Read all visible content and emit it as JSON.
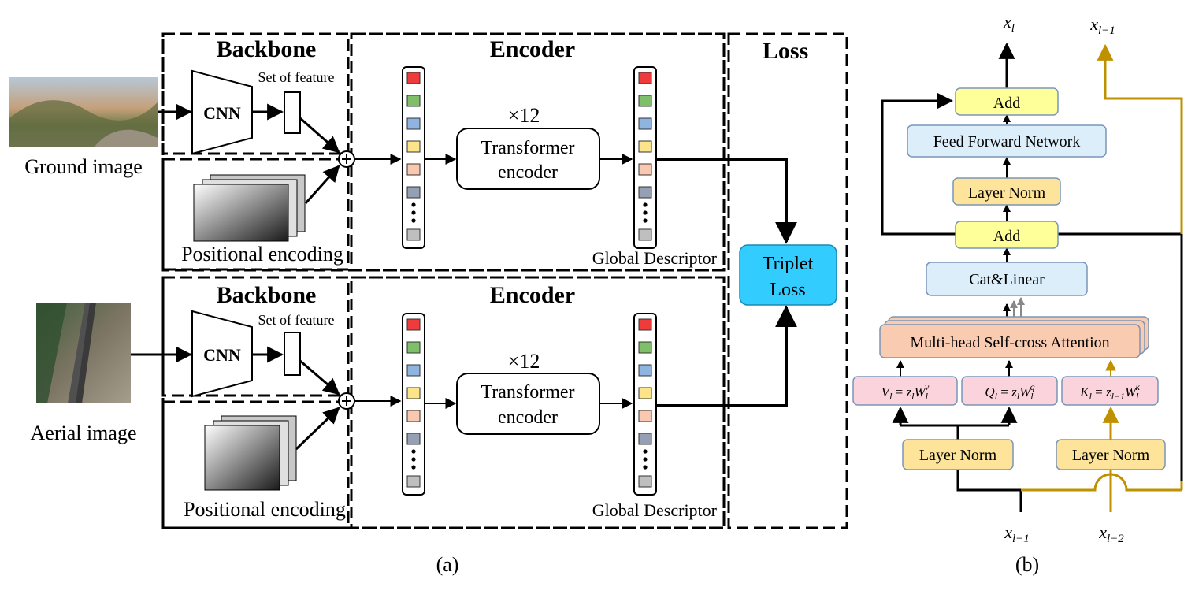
{
  "panel_a": {
    "caption": "(a)",
    "streams": [
      {
        "input_label": "Ground image",
        "backbone_title": "Backbone",
        "cnn_label": "CNN",
        "feature_label": "Set of feature",
        "pe_label": "Positional encoding",
        "encoder_title": "Encoder",
        "repeat": "×12",
        "transformer_line1": "Transformer",
        "transformer_line2": "encoder",
        "descriptor_label": "Global Descriptor"
      },
      {
        "input_label": "Aerial image",
        "backbone_title": "Backbone",
        "cnn_label": "CNN",
        "feature_label": "Set of feature",
        "pe_label": "Positional encoding",
        "encoder_title": "Encoder",
        "repeat": "×12",
        "transformer_line1": "Transformer",
        "transformer_line2": "encoder",
        "descriptor_label": "Global Descriptor"
      }
    ],
    "loss_title": "Loss",
    "loss_line1": "Triplet",
    "loss_line2": "Loss",
    "token_colors": [
      "#ee3b3b",
      "#7fbf6a",
      "#8fb4e0",
      "#fbe48a",
      "#f8c8b0",
      "#95a0b4",
      "#bfbfbf"
    ]
  },
  "panel_b": {
    "caption": "(b)",
    "out_main": {
      "base": "x",
      "sub": "l"
    },
    "out_side": {
      "base": "x",
      "sub": "l−1"
    },
    "in_main": {
      "base": "x",
      "sub": "l−1"
    },
    "in_side": {
      "base": "x",
      "sub": "l−2"
    },
    "add_top": "Add",
    "ffn": "Feed Forward Network",
    "norm_top": "Layer Norm",
    "add_mid": "Add",
    "cat_linear": "Cat&Linear",
    "mhsa": "Multi-head Self-cross Attention",
    "v_eq": {
      "lhs": "V",
      "lhs_sub": "l",
      "z": "z",
      "z_sub": "l",
      "w": "W",
      "w_sub": "l",
      "w_sup": "v"
    },
    "q_eq": {
      "lhs": "Q",
      "lhs_sub": "l",
      "z": "z",
      "z_sub": "l",
      "w": "W",
      "w_sub": "l",
      "w_sup": "q"
    },
    "k_eq": {
      "lhs": "K",
      "lhs_sub": "l",
      "z": "z",
      "z_sub": "l−1",
      "w": "W",
      "w_sub": "l",
      "w_sup": "k"
    },
    "norm_left": "Layer Norm",
    "norm_right": "Layer Norm",
    "colors": {
      "add": "#ffff99",
      "ffn": "#dbeefa",
      "norm": "#fde49a",
      "cat": "#dbeefa",
      "attn": "#f9cbb0",
      "eq": "#fbd3dc",
      "loss": "#33ccff",
      "gold": "#bf9000"
    }
  }
}
